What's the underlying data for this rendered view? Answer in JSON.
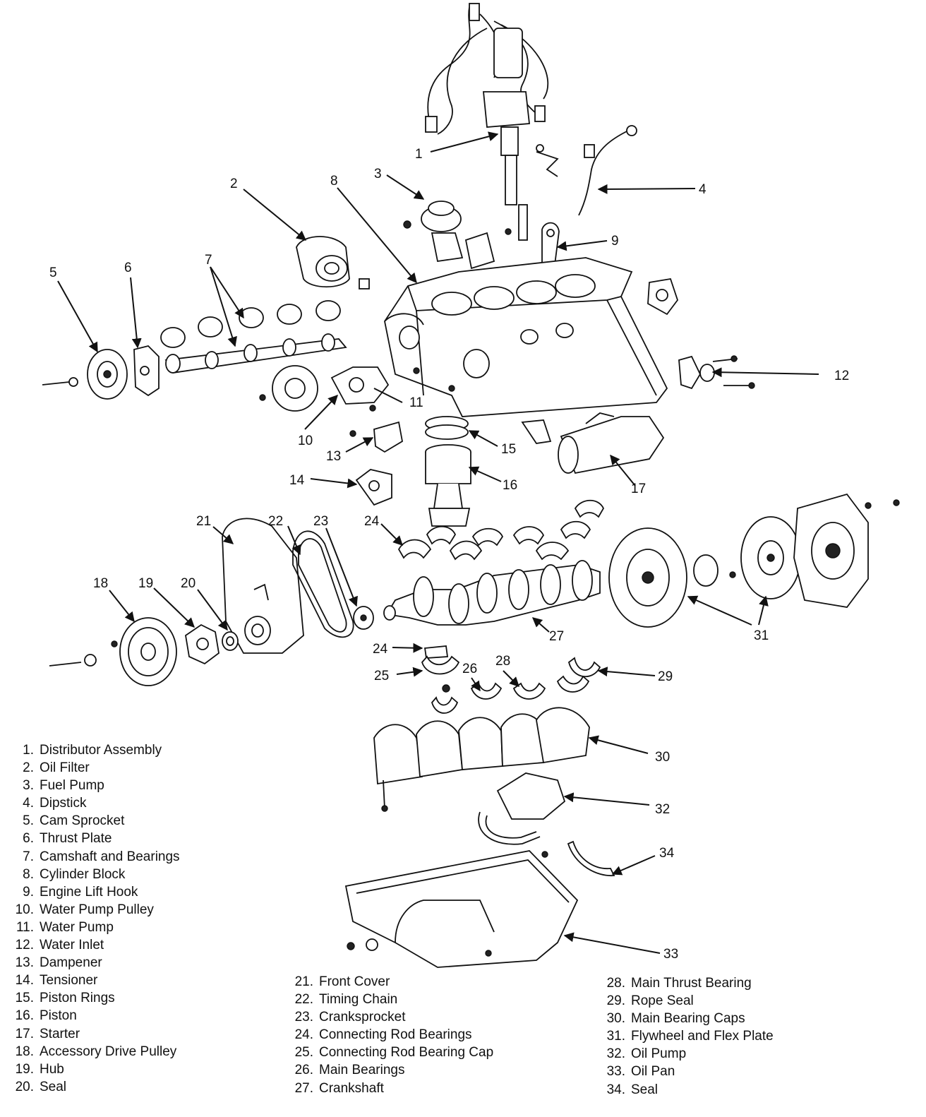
{
  "callouts": [
    {
      "n": "1"
    },
    {
      "n": "2"
    },
    {
      "n": "3"
    },
    {
      "n": "4"
    },
    {
      "n": "5"
    },
    {
      "n": "6"
    },
    {
      "n": "7"
    },
    {
      "n": "8"
    },
    {
      "n": "9"
    },
    {
      "n": "10"
    },
    {
      "n": "11"
    },
    {
      "n": "12"
    },
    {
      "n": "13"
    },
    {
      "n": "14"
    },
    {
      "n": "15"
    },
    {
      "n": "16"
    },
    {
      "n": "17"
    },
    {
      "n": "18"
    },
    {
      "n": "19"
    },
    {
      "n": "20"
    },
    {
      "n": "21"
    },
    {
      "n": "22"
    },
    {
      "n": "23"
    },
    {
      "n": "24"
    },
    {
      "n": "24"
    },
    {
      "n": "25"
    },
    {
      "n": "26"
    },
    {
      "n": "27"
    },
    {
      "n": "28"
    },
    {
      "n": "29"
    },
    {
      "n": "30"
    },
    {
      "n": "31"
    },
    {
      "n": "32"
    },
    {
      "n": "33"
    },
    {
      "n": "34"
    }
  ],
  "legend": [
    {
      "num": "1.",
      "label": "Distributor Assembly"
    },
    {
      "num": "2.",
      "label": "Oil Filter"
    },
    {
      "num": "3.",
      "label": "Fuel Pump"
    },
    {
      "num": "4.",
      "label": "Dipstick"
    },
    {
      "num": "5.",
      "label": "Cam Sprocket"
    },
    {
      "num": "6.",
      "label": "Thrust Plate"
    },
    {
      "num": "7.",
      "label": "Camshaft and Bearings"
    },
    {
      "num": "8.",
      "label": "Cylinder Block"
    },
    {
      "num": "9.",
      "label": "Engine Lift Hook"
    },
    {
      "num": "10.",
      "label": "Water Pump Pulley"
    },
    {
      "num": "11.",
      "label": "Water Pump"
    },
    {
      "num": "12.",
      "label": "Water Inlet"
    },
    {
      "num": "13.",
      "label": "Dampener"
    },
    {
      "num": "14.",
      "label": "Tensioner"
    },
    {
      "num": "15.",
      "label": "Piston Rings"
    },
    {
      "num": "16.",
      "label": "Piston"
    },
    {
      "num": "17.",
      "label": "Starter"
    },
    {
      "num": "18.",
      "label": "Accessory Drive Pulley"
    },
    {
      "num": "19.",
      "label": "Hub"
    },
    {
      "num": "20.",
      "label": "Seal"
    },
    {
      "num": "21.",
      "label": "Front Cover"
    },
    {
      "num": "22.",
      "label": "Timing Chain"
    },
    {
      "num": "23.",
      "label": "Cranksprocket"
    },
    {
      "num": "24.",
      "label": "Connecting Rod Bearings"
    },
    {
      "num": "25.",
      "label": "Connecting Rod Bearing Cap"
    },
    {
      "num": "26.",
      "label": "Main Bearings"
    },
    {
      "num": "27.",
      "label": "Crankshaft"
    },
    {
      "num": "28.",
      "label": "Main Thrust Bearing"
    },
    {
      "num": "29.",
      "label": "Rope Seal"
    },
    {
      "num": "30.",
      "label": "Main Bearing Caps"
    },
    {
      "num": "31.",
      "label": "Flywheel and Flex Plate"
    },
    {
      "num": "32.",
      "label": "Oil Pump"
    },
    {
      "num": "33.",
      "label": "Oil Pan"
    },
    {
      "num": "34.",
      "label": "Seal"
    }
  ]
}
